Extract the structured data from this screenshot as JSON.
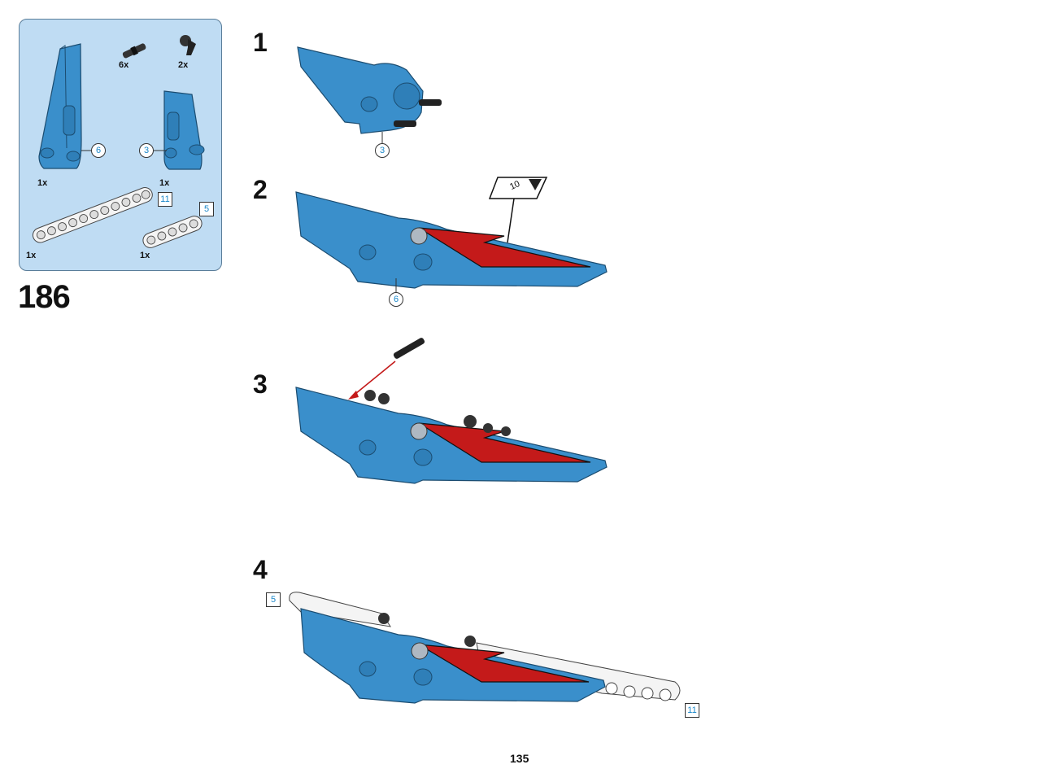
{
  "page_step": "186",
  "page_number": "135",
  "parts": {
    "pin_qty": "6x",
    "angle_qty": "2x",
    "panel_left_qty": "1x",
    "panel_left_callout": "6",
    "panel_right_qty": "1x",
    "panel_right_callout": "3",
    "beam_long_qty": "1x",
    "beam_long_len": "11",
    "beam_short_qty": "1x",
    "beam_short_len": "5"
  },
  "steps": [
    {
      "num": "1",
      "callout": "3"
    },
    {
      "num": "2",
      "callout": "6",
      "sticker": "10"
    },
    {
      "num": "3"
    },
    {
      "num": "4",
      "beam_a": "5",
      "beam_b": "11"
    }
  ],
  "colors": {
    "blue": "#3a8fcb",
    "blue_dark": "#2a6e9e",
    "red": "#c41a1a",
    "panel_bg": "#bfdcf3",
    "white_beam": "#f4f4f4"
  }
}
